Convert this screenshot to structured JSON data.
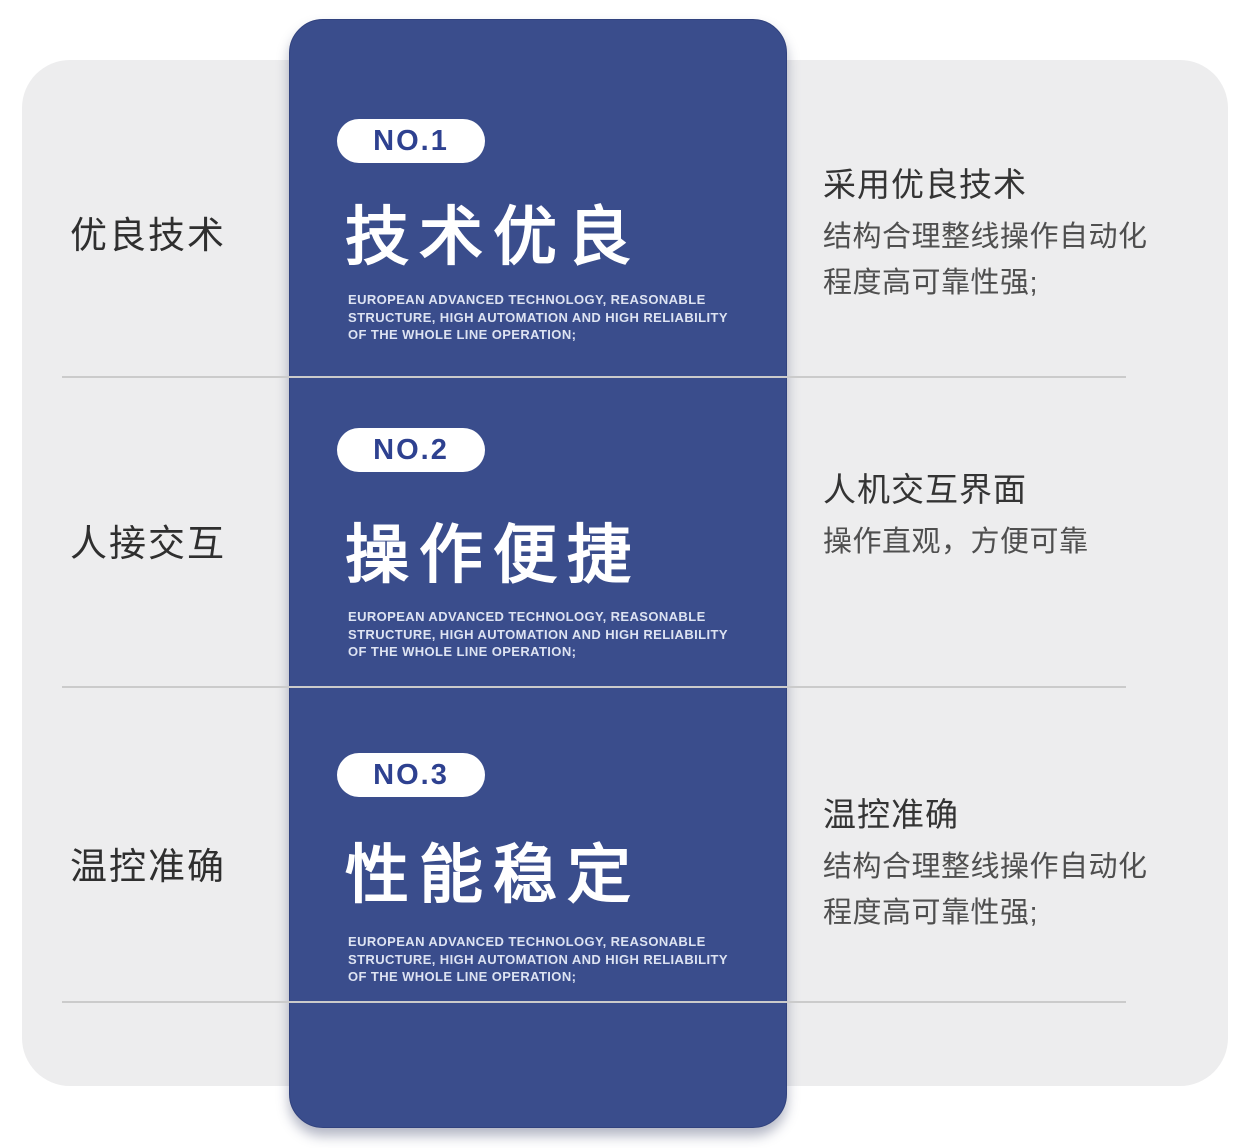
{
  "page": {
    "background_color": "#ffffff",
    "panel_color": "#ededee",
    "card_color": "#3a4d8c",
    "divider_color": "#cbcbcb",
    "badge_text_color": "#2e4190"
  },
  "left_labels": [
    {
      "text": "优良技术"
    },
    {
      "text": "人接交互"
    },
    {
      "text": "温控准确"
    }
  ],
  "sections": [
    {
      "badge": "NO.1",
      "title": "技术优良",
      "desc_lines": [
        "EUROPEAN ADVANCED TECHNOLOGY, REASONABLE",
        "STRUCTURE, HIGH AUTOMATION AND HIGH RELIABILITY",
        "OF THE WHOLE LINE OPERATION;"
      ]
    },
    {
      "badge": "NO.2",
      "title": "操作便捷",
      "desc_lines": [
        "EUROPEAN ADVANCED TECHNOLOGY, REASONABLE",
        "STRUCTURE, HIGH AUTOMATION AND HIGH RELIABILITY",
        "OF THE WHOLE LINE OPERATION;"
      ]
    },
    {
      "badge": "NO.3",
      "title": "性能稳定",
      "desc_lines": [
        "EUROPEAN ADVANCED TECHNOLOGY, REASONABLE",
        "STRUCTURE, HIGH AUTOMATION AND HIGH RELIABILITY",
        "OF THE WHOLE LINE OPERATION;"
      ]
    }
  ],
  "right_blocks": [
    {
      "title": "采用优良技术",
      "lines": [
        "结构合理整线操作自动化",
        "程度高可靠性强;"
      ]
    },
    {
      "title": "人机交互界面",
      "lines": [
        "操作直观，方便可靠"
      ]
    },
    {
      "title": "温控准确",
      "lines": [
        "结构合理整线操作自动化",
        "程度高可靠性强;"
      ]
    }
  ]
}
